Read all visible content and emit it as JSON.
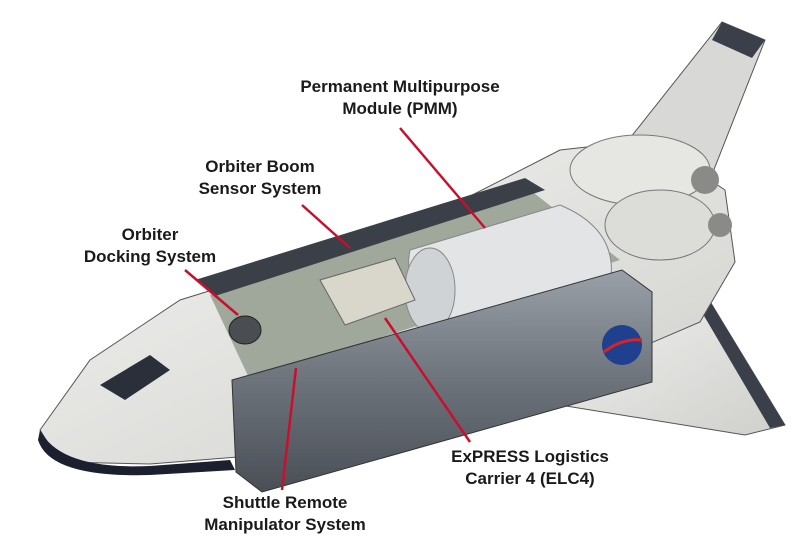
{
  "labels": {
    "pmm": {
      "line1": "Permanent Multipurpose",
      "line2": "Module (PMM)"
    },
    "obss": {
      "line1": "Orbiter Boom",
      "line2": "Sensor System"
    },
    "ods": {
      "line1": "Orbiter",
      "line2": "Docking System"
    },
    "elc4": {
      "line1": "ExPRESS Logistics",
      "line2": "Carrier 4 (ELC4)"
    },
    "srms": {
      "line1": "Shuttle Remote",
      "line2": "Manipulator System"
    }
  },
  "colors": {
    "leader_line": "#c8102e",
    "nasa_blue": "#1f3f8f",
    "underside": "#1b1f2e"
  }
}
